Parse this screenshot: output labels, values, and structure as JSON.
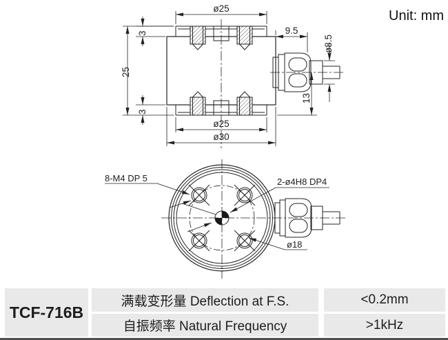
{
  "header": {
    "unit_label": "Unit: mm"
  },
  "side_view": {
    "dim_top_boss_diameter": "ø25",
    "dim_top_boss_thickness": "3",
    "dim_total_height": "25",
    "dim_bottom_boss_thickness": "3",
    "dim_bottom_boss_diameter": "ø25",
    "dim_outer_diameter": "ø30",
    "dim_connector_length": "9.5",
    "dim_cable_diameter": "ø8.5",
    "dim_connector_center_height": "13"
  },
  "bottom_view": {
    "label_mounting_holes": "8-M4 DP 5",
    "label_dowel_holes": "2-ø4H8 DP4",
    "label_bolt_circle_diameter": "ø18"
  },
  "spec_table": {
    "model": "TCF-716B",
    "rows": [
      {
        "parameter": "满载变形量 Deflection at F.S.",
        "value": "<0.2mm"
      },
      {
        "parameter": "自振频率 Natural Frequency",
        "value": ">1kHz"
      }
    ]
  },
  "colors": {
    "line": "#222222",
    "table_cell_bg": "#e9e9e9",
    "page_bg": "#ffffff",
    "bottom_strip": "#4f4f4f"
  }
}
